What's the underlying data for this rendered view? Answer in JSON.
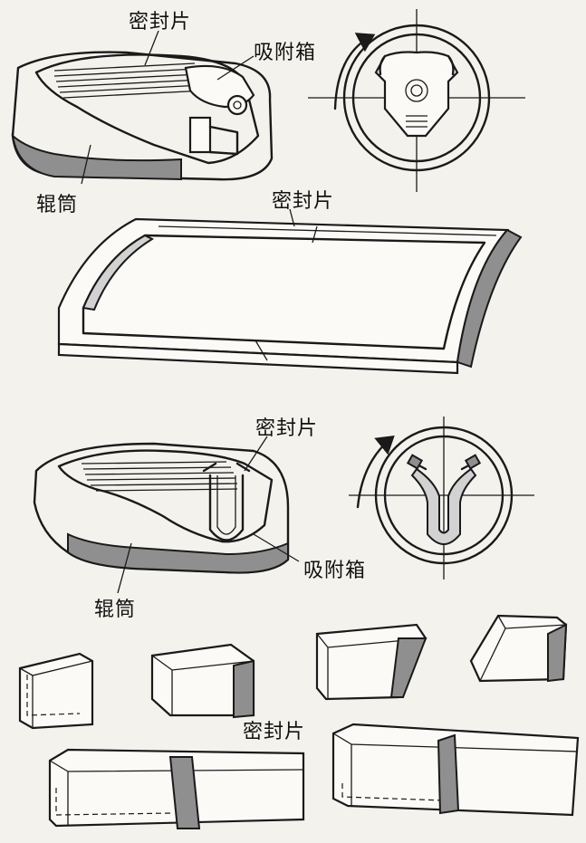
{
  "labels": {
    "seal_top": "密封片",
    "suction_box_top": "吸附箱",
    "roller_top": "辊筒",
    "seal_mid": "密封片",
    "seal_lower": "密封片",
    "suction_box_lower": "吸附箱",
    "roller_lower": "辊筒",
    "seal_bottom": "密封片"
  }
}
